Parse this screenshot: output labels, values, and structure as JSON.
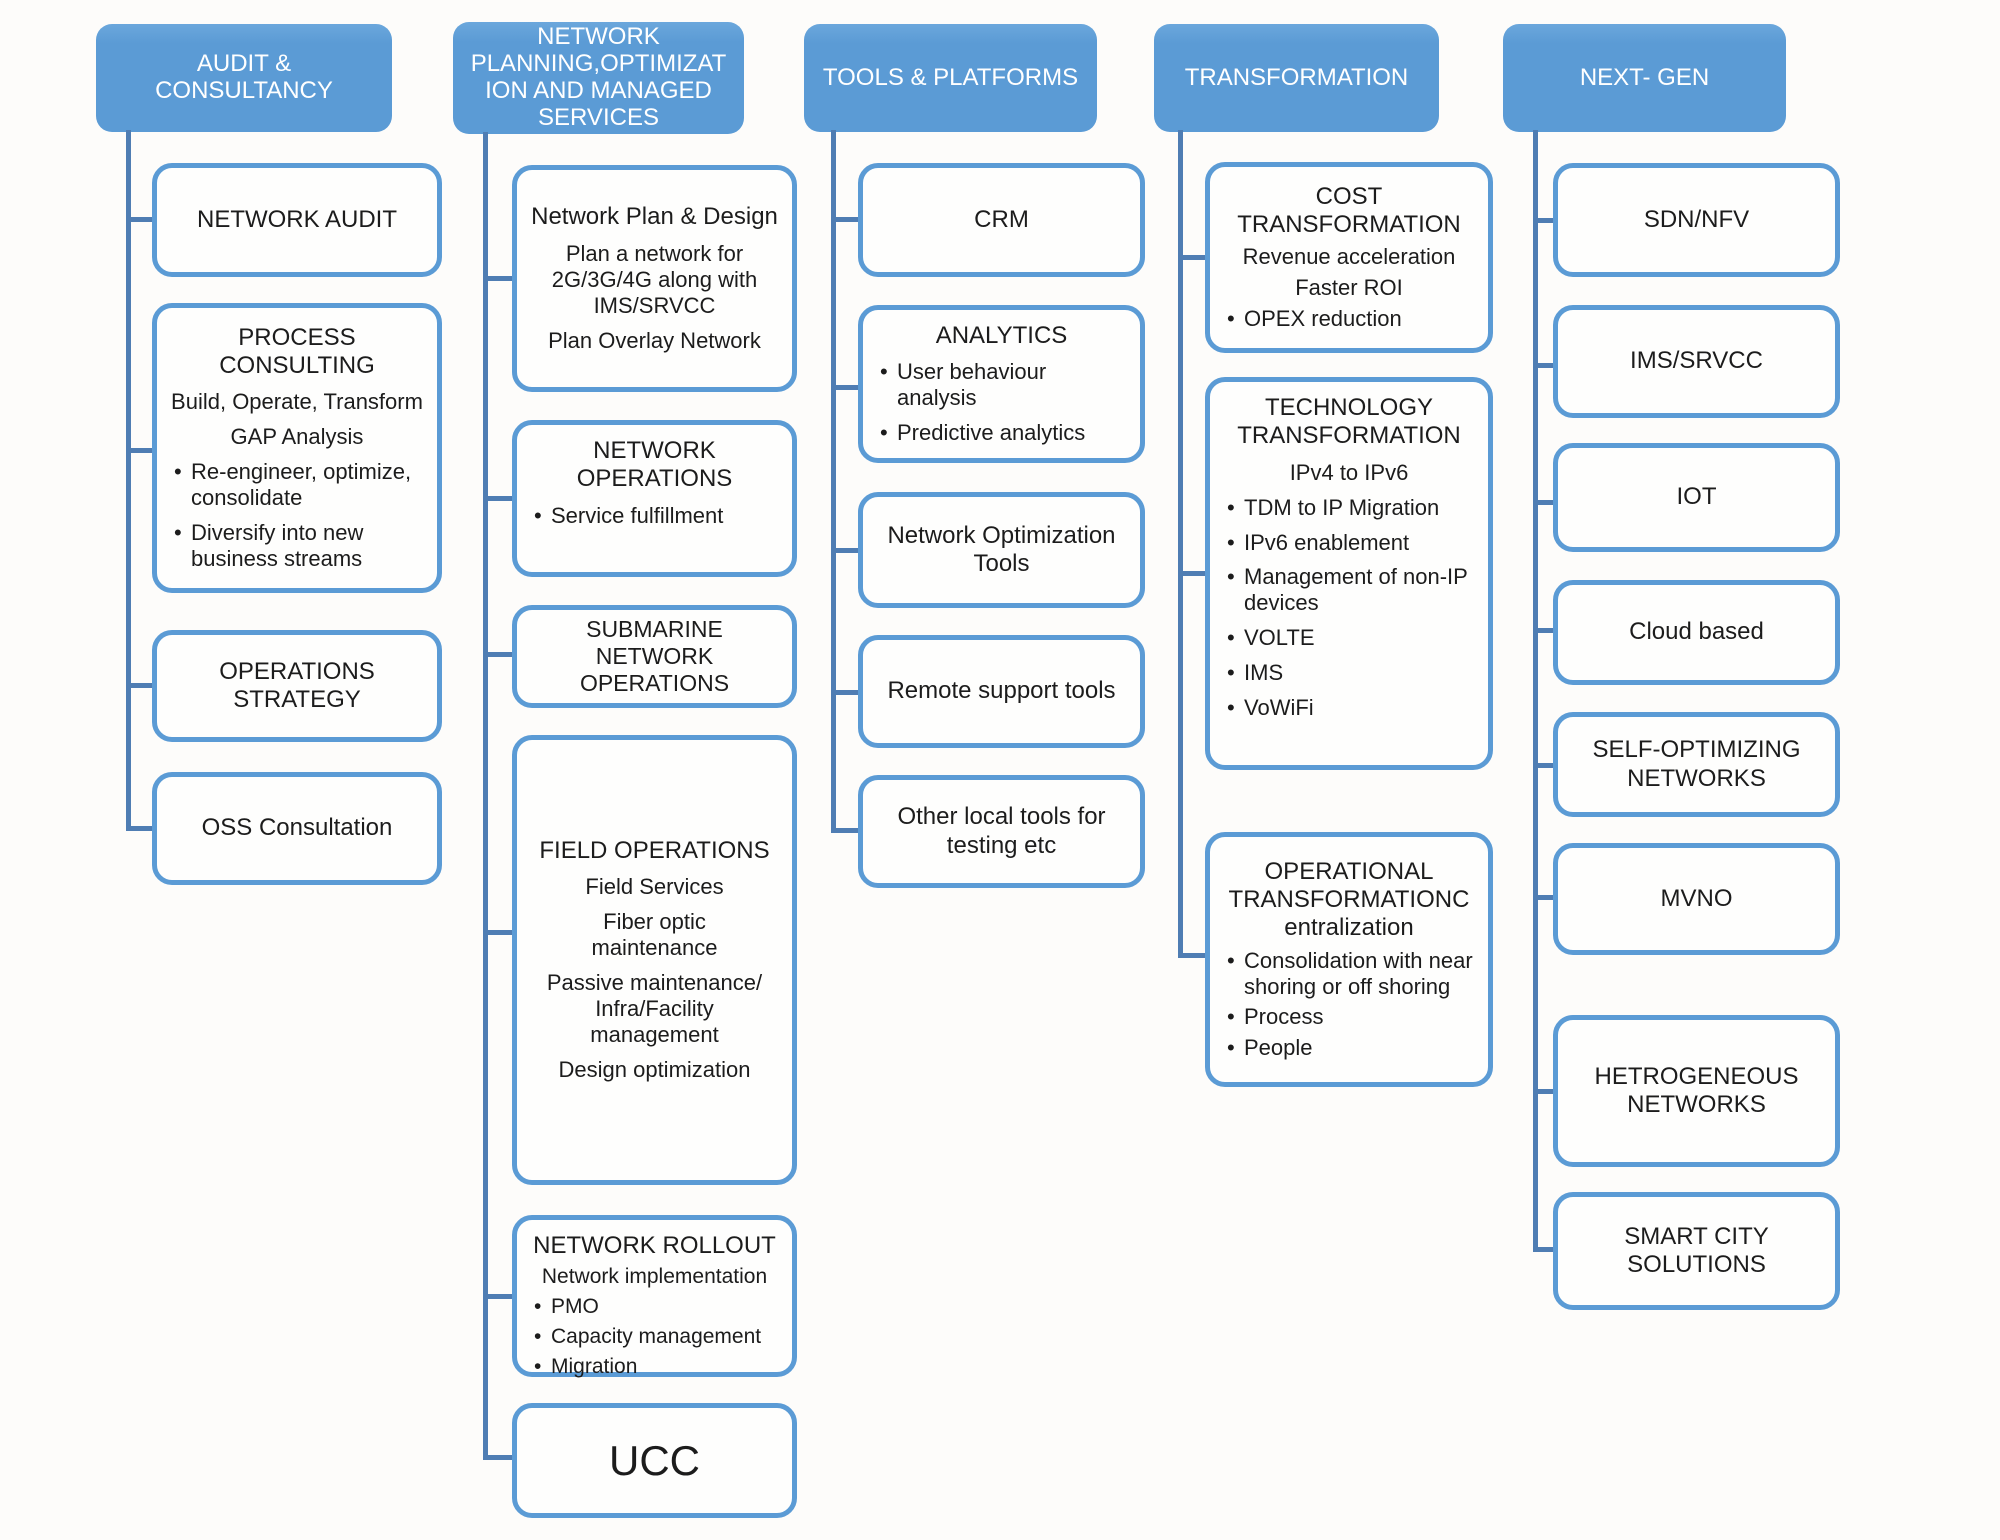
{
  "colors": {
    "background": "#fdfcfa",
    "header_fill": "#5b9bd5",
    "header_fill_light": "#6ba7dc",
    "header_text": "#ffffff",
    "box_fill": "#fefefd",
    "box_border": "#5b9bd5",
    "connector": "#4f7db3",
    "text": "#1c1c1c"
  },
  "columns": [
    {
      "id": "audit-consultancy",
      "header": "AUDIT &\nCONSULTANCY",
      "boxes": [
        {
          "title": "NETWORK AUDIT"
        },
        {
          "title": "PROCESS\nCONSULTING",
          "centers": [
            "Build, Operate, Transform",
            "GAP Analysis"
          ],
          "bullets": [
            "Re-engineer, optimize, consolidate",
            "Diversify into new business streams"
          ]
        },
        {
          "title": "OPERATIONS\nSTRATEGY"
        },
        {
          "title": "OSS Consultation"
        }
      ]
    },
    {
      "id": "network-planning-managed-services",
      "header": "NETWORK\nPLANNING,OPTIMIZAT\nION AND MANAGED\nSERVICES",
      "boxes": [
        {
          "title": "Network Plan & Design",
          "centers": [
            "Plan a network for\n2G/3G/4G along with\nIMS/SRVCC",
            "Plan Overlay Network"
          ]
        },
        {
          "title": "NETWORK\nOPERATIONS",
          "bullets": [
            "Service fulfillment"
          ]
        },
        {
          "title": "SUBMARINE\nNETWORK\nOPERATIONS"
        },
        {
          "title": "FIELD OPERATIONS",
          "centers": [
            "Field Services",
            "Fiber optic\nmaintenance",
            "Passive maintenance/\nInfra/Facility\nmanagement",
            "Design optimization"
          ]
        },
        {
          "title": "NETWORK ROLLOUT",
          "centers": [
            "Network implementation"
          ],
          "bullets": [
            "PMO",
            "Capacity management",
            "Migration"
          ]
        },
        {
          "title": "UCC"
        }
      ]
    },
    {
      "id": "tools-platforms",
      "header": "TOOLS & PLATFORMS",
      "boxes": [
        {
          "title": "CRM"
        },
        {
          "title": "ANALYTICS",
          "bullets": [
            "User behaviour analysis",
            "Predictive analytics"
          ]
        },
        {
          "title": "Network Optimization\nTools"
        },
        {
          "title": "Remote support tools"
        },
        {
          "title": "Other local tools for\ntesting etc"
        }
      ]
    },
    {
      "id": "transformation",
      "header": "TRANSFORMATION",
      "boxes": [
        {
          "title": "COST\nTRANSFORMATION",
          "centers": [
            "Revenue acceleration",
            "Faster ROI"
          ],
          "bullets": [
            "OPEX reduction"
          ]
        },
        {
          "title": "TECHNOLOGY\nTRANSFORMATION",
          "centers": [
            "IPv4 to IPv6"
          ],
          "bullets": [
            "TDM to IP Migration",
            "IPv6 enablement",
            "Management of non-IP devices",
            "VOLTE",
            "IMS",
            "VoWiFi"
          ]
        },
        {
          "title": "OPERATIONAL\nTRANSFORMATIONC\nentralization",
          "bullets": [
            "Consolidation with near shoring or off shoring",
            "Process",
            "People"
          ]
        }
      ]
    },
    {
      "id": "next-gen",
      "header": "NEXT- GEN",
      "boxes": [
        {
          "title": "SDN/NFV"
        },
        {
          "title": "IMS/SRVCC"
        },
        {
          "title": "IOT"
        },
        {
          "title": "Cloud based"
        },
        {
          "title": "SELF-OPTIMIZING\nNETWORKS"
        },
        {
          "title": "MVNO"
        },
        {
          "title": "HETROGENEOUS\nNETWORKS"
        },
        {
          "title": "SMART CITY\nSOLUTIONS"
        }
      ]
    }
  ]
}
